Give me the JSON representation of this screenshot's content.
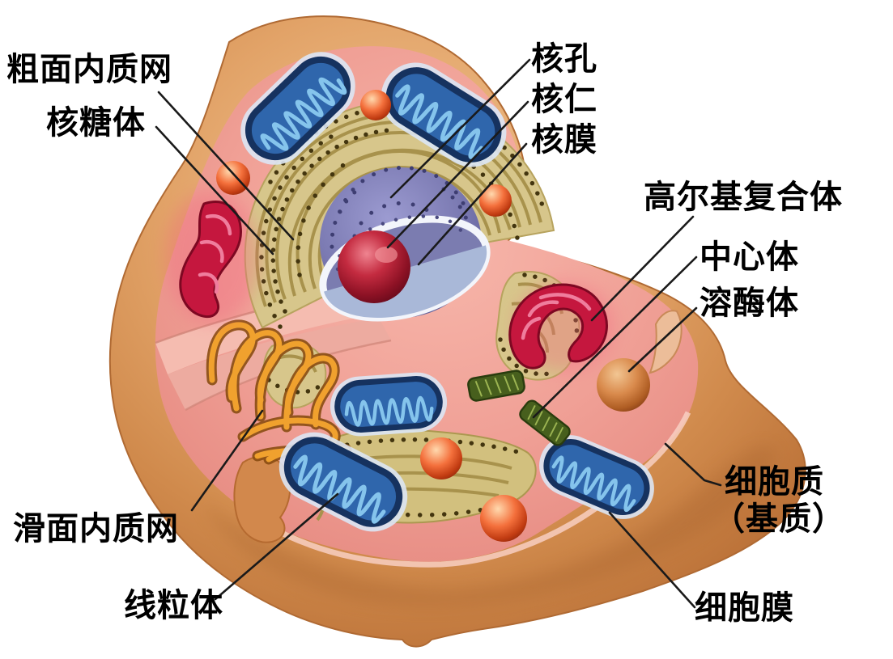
{
  "figure": {
    "kind": "biology-cell-cutaway-diagram",
    "subject": "动物细胞结构",
    "background": "#ffffff"
  },
  "labels": [
    {
      "id": "rough-er",
      "text": "粗面内质网",
      "organelle": "rough endoplasmic reticulum"
    },
    {
      "id": "ribosome",
      "text": "核糖体",
      "organelle": "ribosome"
    },
    {
      "id": "nuclear-pore",
      "text": "核孔",
      "organelle": "nuclear pore"
    },
    {
      "id": "nucleolus",
      "text": "核仁",
      "organelle": "nucleolus"
    },
    {
      "id": "nuclear-membrane",
      "text": "核膜",
      "organelle": "nuclear membrane"
    },
    {
      "id": "golgi-complex",
      "text": "高尔基复合体",
      "organelle": "Golgi complex"
    },
    {
      "id": "centrosome",
      "text": "中心体",
      "organelle": "centrosome"
    },
    {
      "id": "lysosome",
      "text": "溶酶体",
      "organelle": "lysosome"
    },
    {
      "id": "cytoplasm",
      "text": "细胞质",
      "organelle": "cytoplasm"
    },
    {
      "id": "cytoplasm-matrix",
      "text": "（基质）",
      "organelle": "cytoplasm matrix"
    },
    {
      "id": "cell-membrane",
      "text": "细胞膜",
      "organelle": "cell membrane"
    },
    {
      "id": "smooth-er",
      "text": "滑面内质网",
      "organelle": "smooth endoplasmic reticulum"
    },
    {
      "id": "mitochondrion",
      "text": "线粒体",
      "organelle": "mitochondrion"
    }
  ],
  "colors": {
    "label_text": "#000000",
    "leader_line": "#1a1a1a",
    "membrane_tan": "#d99a5e",
    "cytoplasm_pink": "#f0a096",
    "mitochondrion_blue": "#2f66ac",
    "mitochondrion_cristae": "#85c4ec",
    "rough_er_tan": "#d7c68b",
    "ribosome_dot": "#43350f",
    "smooth_er_orange": "#f0a12e",
    "golgi_red": "#c5173e",
    "nucleus_purple": "#7b7ab2",
    "nuclear_membrane_white": "#f3f5fb",
    "nucleolus_red": "#8e1225",
    "lysosome_orange": "#f4703c",
    "centriole_green": "#475f1d"
  }
}
